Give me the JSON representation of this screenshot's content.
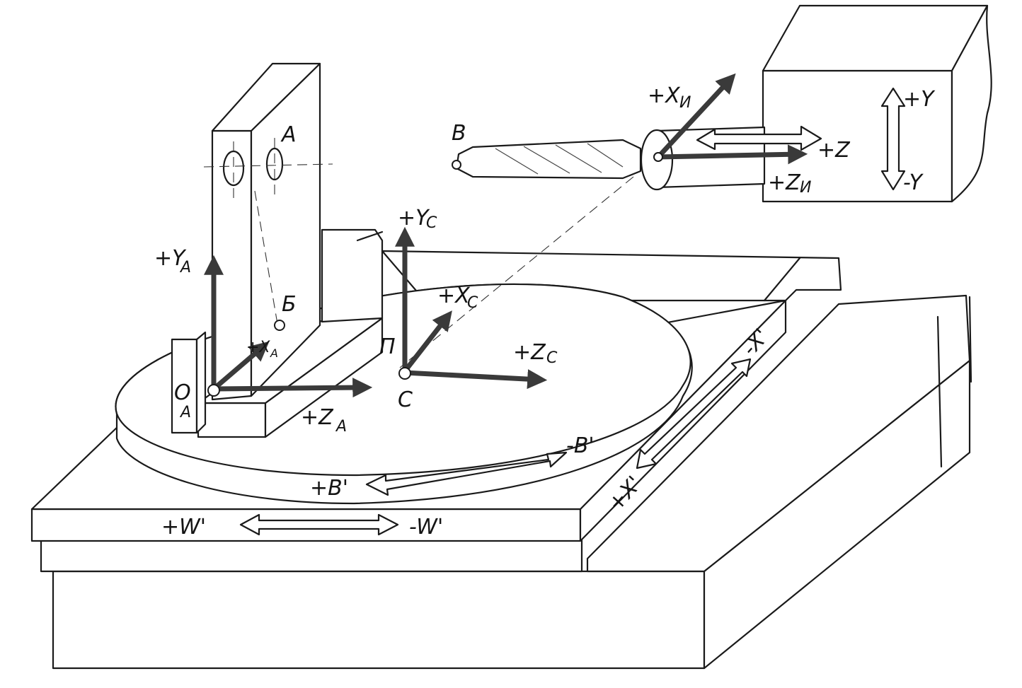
{
  "diagram": {
    "fixture": {
      "face_label": "A",
      "inner_point_label": "Б",
      "origin_label": "O",
      "origin_subscript": "A"
    },
    "tool": {
      "tip_label": "B"
    },
    "table": {
      "center_point_label": "C",
      "edge_label": "П"
    },
    "axes": {
      "fixture_y": "+Y",
      "fixture_y_sub": "A",
      "fixture_x": "+X",
      "fixture_x_sub": "A",
      "fixture_z": "+Z",
      "fixture_z_sub": "A",
      "table_y": "+Y",
      "table_y_sub": "C",
      "table_x": "+X",
      "table_x_sub": "C",
      "table_z": "+Z",
      "table_z_sub": "C",
      "tool_x": "+X",
      "tool_x_sub": "И",
      "tool_z": "+Z",
      "tool_z_sub": "И"
    },
    "motions": {
      "spindle_plus_y": "+Y",
      "spindle_minus_y": "-Y",
      "spindle_plus_z": "+Z",
      "table_plus_b": "+B'",
      "table_minus_b": "-B'",
      "slide_plus_x": "+X'",
      "slide_minus_x": "-X'",
      "bed_plus_w": "+W'",
      "bed_minus_w": "-W'"
    }
  }
}
